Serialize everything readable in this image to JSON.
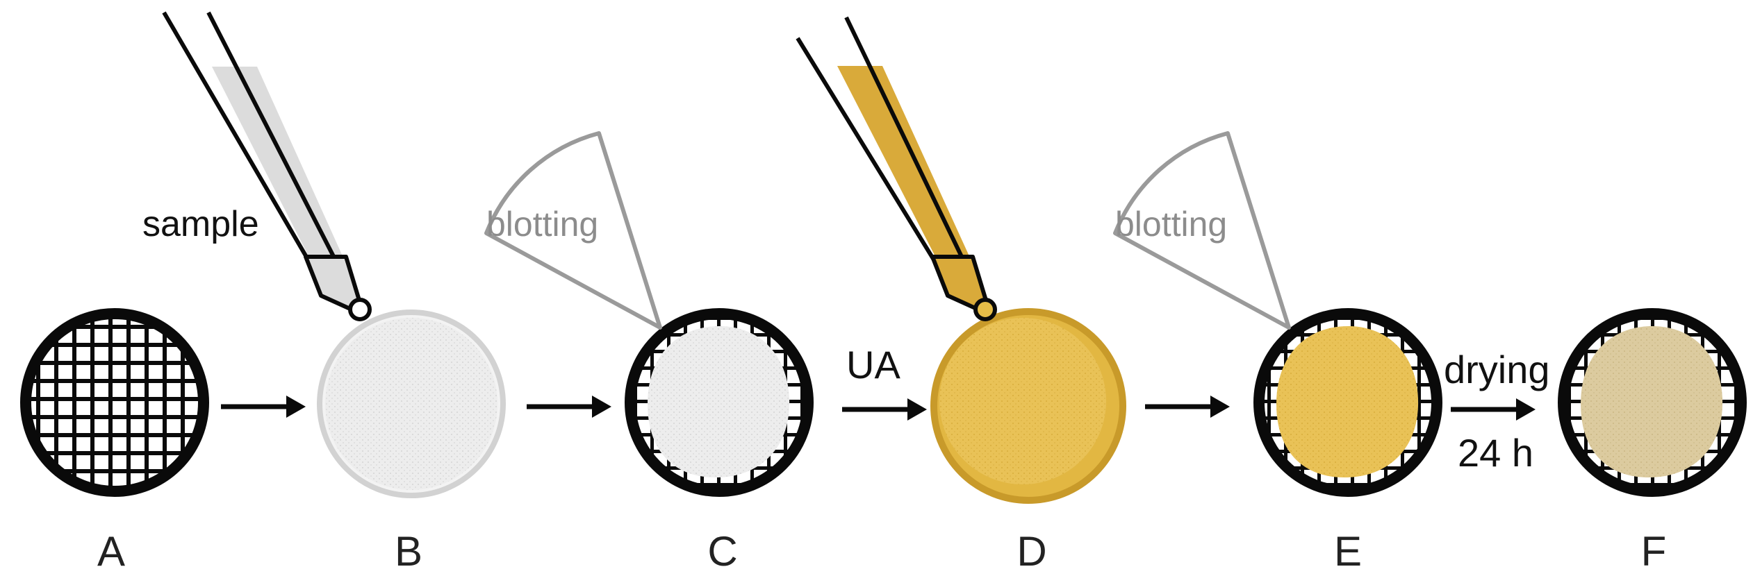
{
  "steps": [
    {
      "letter": "A"
    },
    {
      "letter": "B"
    },
    {
      "letter": "C"
    },
    {
      "letter": "D"
    },
    {
      "letter": "E"
    },
    {
      "letter": "F"
    }
  ],
  "annotations": {
    "pipette_1": "sample",
    "blotting_1": "blotting",
    "blotting_2": "blotting"
  },
  "arrow_labels": {
    "ua": "UA",
    "drying": "drying",
    "duration": "24 h"
  },
  "colors": {
    "grid_black": "#0a0a0a",
    "sample_gray": "#e6e6e6",
    "sample_gray_edge": "#cfcfcf",
    "ua_yellow": "#e6bd48",
    "ua_yellow_edge": "#c89a2a",
    "dried_beige": "#d9c79a",
    "paper_gray": "#9a9a9a"
  }
}
